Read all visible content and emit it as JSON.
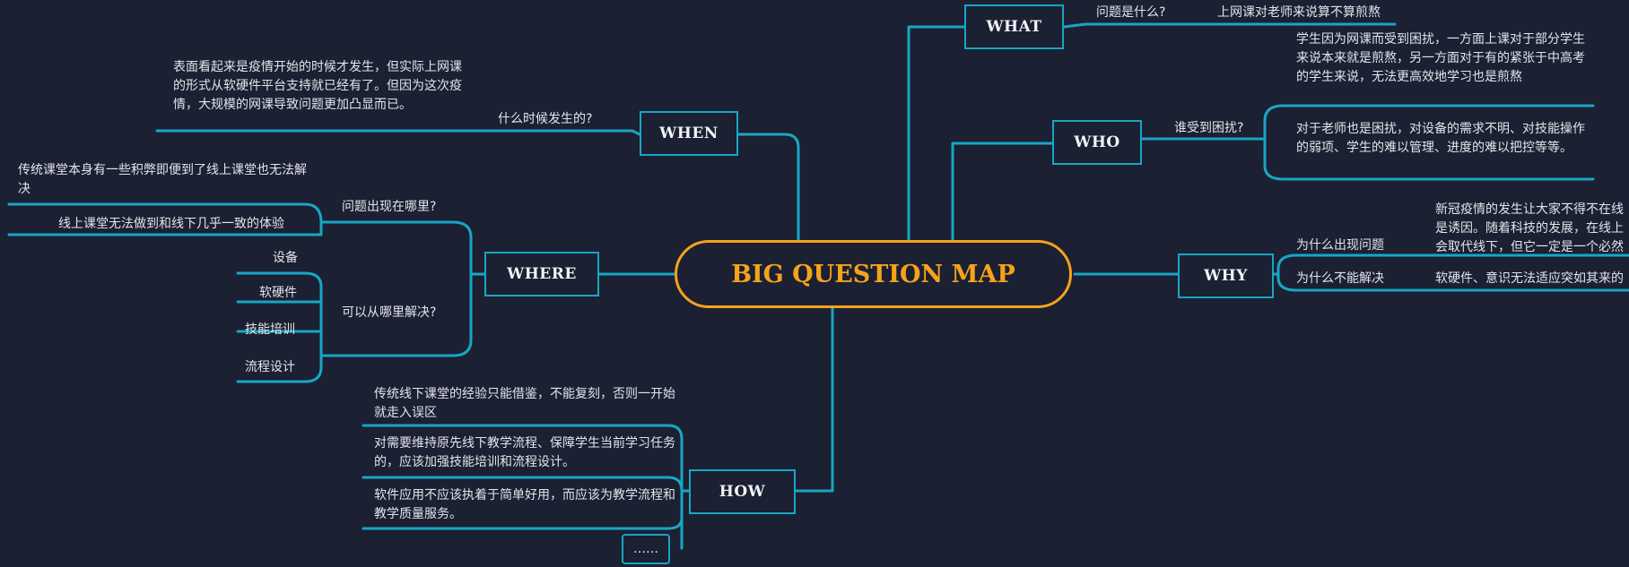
{
  "center": "BIG QUESTION MAP",
  "what": {
    "label": "WHAT",
    "question": "问题是什么?",
    "answer": "上网课对老师来说算不算煎熬"
  },
  "when": {
    "label": "WHEN",
    "question": "什么时候发生的?",
    "answer": "表面看起来是疫情开始的时候才发生，但实际上网课的形式从软硬件平台支持就已经有了。但因为这次疫情，大规模的网课导致问题更加凸显而已。"
  },
  "who": {
    "label": "WHO",
    "question": "谁受到困扰?",
    "answers": [
      "学生因为网课而受到困扰，一方面上课对于部分学生来说本来就是煎熬，另一方面对于有的紧张于中高考的学生来说，无法更高效地学习也是煎熬",
      "对于老师也是困扰，对设备的需求不明、对技能操作的弱项、学生的难以管理、进度的难以把控等等。"
    ]
  },
  "where": {
    "label": "WHERE",
    "q1": "问题出现在哪里?",
    "q1_answers": [
      "传统课堂本身有一些积弊即便到了线上课堂也无法解决",
      "线上课堂无法做到和线下几乎一致的体验"
    ],
    "q2": "可以从哪里解决?",
    "q2_answers": [
      "设备",
      "软硬件",
      "技能培训",
      "流程设计"
    ]
  },
  "why": {
    "label": "WHY",
    "q1": "为什么出现问题",
    "a1": "新冠疫情的发生让大家不得不在线是诱因。随着科技的发展，在线上会取代线下，但它一定是一个必然",
    "q2": "为什么不能解决",
    "a2": "软硬件、意识无法适应突如其来的"
  },
  "how": {
    "label": "HOW",
    "items": [
      "传统线下课堂的经验只能借鉴，不能复刻，否则一开始就走入误区",
      "对需要维持原先线下教学流程、保障学生当前学习任务的，应该加强技能培训和流程设计。",
      "软件应用不应该执着于简单好用，而应该为教学流程和教学质量服务。"
    ],
    "more": "……"
  },
  "colors": {
    "background": "#1b2032",
    "branch": "#18a6c4",
    "center": "#f5a31a",
    "text": "#e3e5ea"
  }
}
